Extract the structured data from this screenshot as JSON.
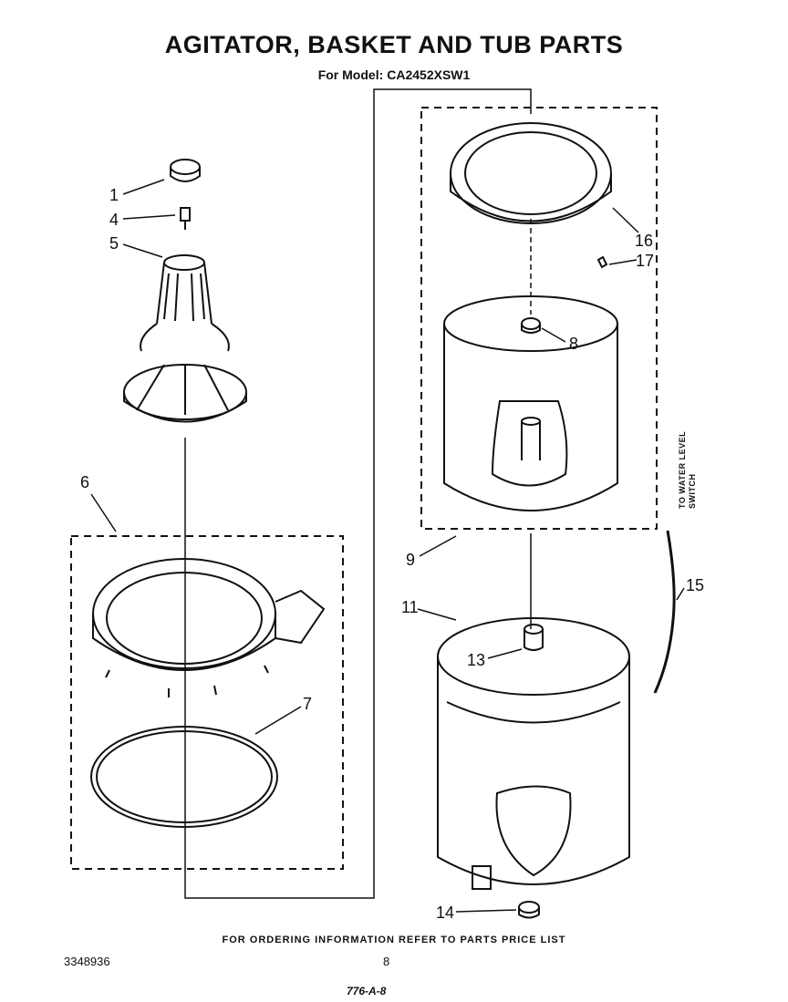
{
  "header": {
    "title": "AGITATOR, BASKET AND TUB PARTS",
    "model_label": "For Model:",
    "model": "CA2452XSW1"
  },
  "callouts": {
    "c1": "1",
    "c4": "4",
    "c5": "5",
    "c6": "6",
    "c7": "7",
    "c8": "8",
    "c9": "9",
    "c11": "11",
    "c13": "13",
    "c14": "14",
    "c15": "15",
    "c16": "16",
    "c17": "17"
  },
  "side_note": {
    "line1": "TO WATER LEVEL",
    "line2": "SWITCH"
  },
  "footer": {
    "ordering": "FOR ORDERING INFORMATION REFER TO PARTS PRICE LIST",
    "doc_number": "3348936",
    "page": "8",
    "handwritten": "776-A-8"
  }
}
